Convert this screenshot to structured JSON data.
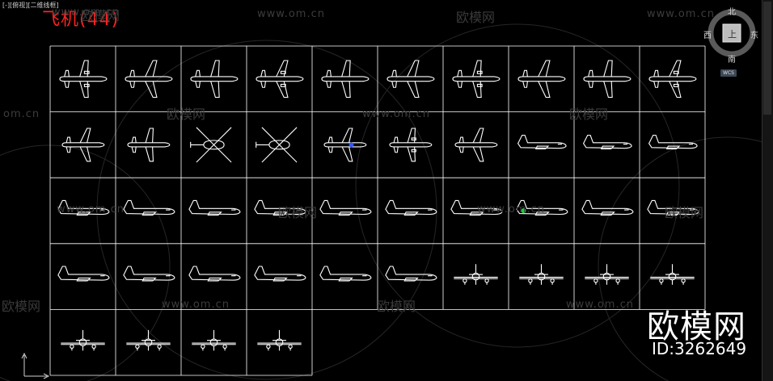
{
  "viewport": {
    "label": "[-][俯视][二维线框]",
    "title": "飞机(44)"
  },
  "compass": {
    "north": "北",
    "south": "南",
    "east": "东",
    "west": "西",
    "center": "上",
    "wcs": "WCS"
  },
  "watermark": {
    "url": "www.om.cn",
    "url_cut": "om.cn",
    "brand": "欧模网"
  },
  "brand_mark": {
    "name": "欧模网",
    "id": "ID:3262649"
  },
  "grid": {
    "columns": 10,
    "rows": 5,
    "row_counts": [
      10,
      10,
      10,
      10,
      4
    ],
    "colors": {
      "line": "#ffffff",
      "symbol": "#ffffff",
      "accent_blue": "#3355ff",
      "accent_green": "#22cc44"
    }
  }
}
